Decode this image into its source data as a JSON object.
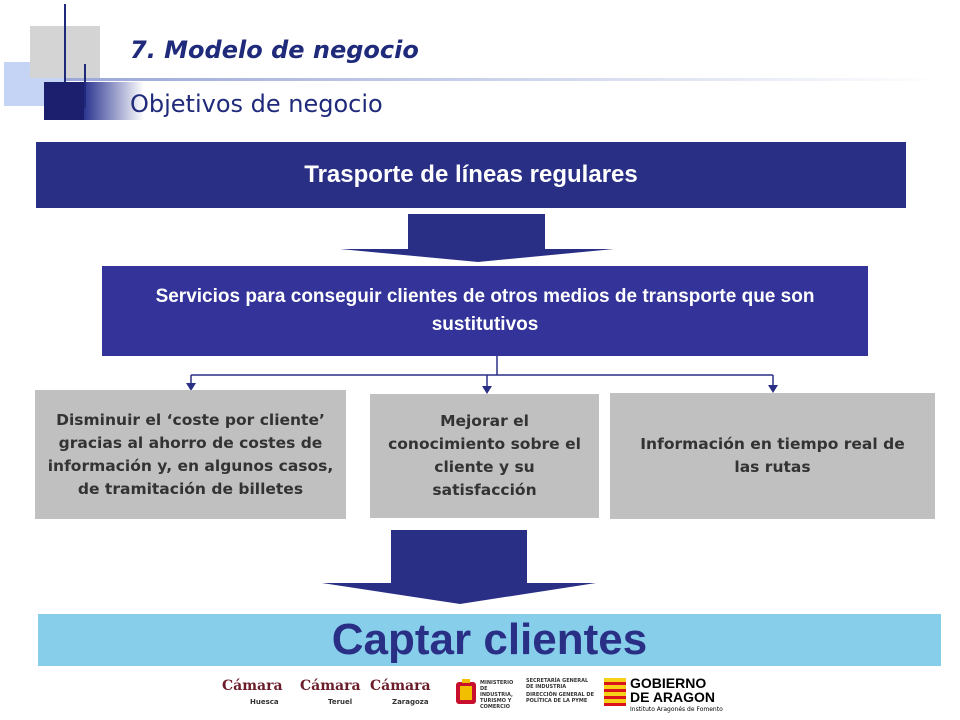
{
  "header": {
    "title": "7. Modelo de negocio",
    "subtitle": "Objetivos de negocio"
  },
  "diagram": {
    "top_box": "Trasporte de líneas regulares",
    "middle_box": "Servicios para conseguir  clientes de otros medios de transporte que son sustitutivos",
    "objectives": [
      "Disminuir el ‘coste por cliente’ gracias al ahorro de costes de información y, en algunos casos, de tramitación de billetes",
      "Mejorar el conocimiento sobre el cliente y su satisfacción",
      "Información en tiempo real de las rutas"
    ],
    "result_box": "Captar clientes"
  },
  "colors": {
    "navy": "#2a2f86",
    "purple_blue": "#333399",
    "gray_box": "#c0c0c0",
    "result_bg": "#87ceeb",
    "title_text": "#1f2a7a"
  },
  "logos": {
    "camara_huesca": {
      "name": "Cámara",
      "city": "Huesca"
    },
    "camara_teruel": {
      "name": "Cámara",
      "city": "Teruel"
    },
    "camara_zaragoza": {
      "name": "Cámara",
      "city": "Zaragoza"
    },
    "ministerio": "MINISTERIO DE INDUSTRIA, TURISMO Y COMERCIO",
    "secretaria": "SECRETARÍA GENERAL DE INDUSTRIA",
    "direccion": "DIRECCIÓN GENERAL DE POLÍTICA DE LA PYME",
    "gobierno_line1": "GOBIERNO",
    "gobierno_line2": "DE ARAGON",
    "instituto": "Instituto Aragonés de Fomento"
  }
}
